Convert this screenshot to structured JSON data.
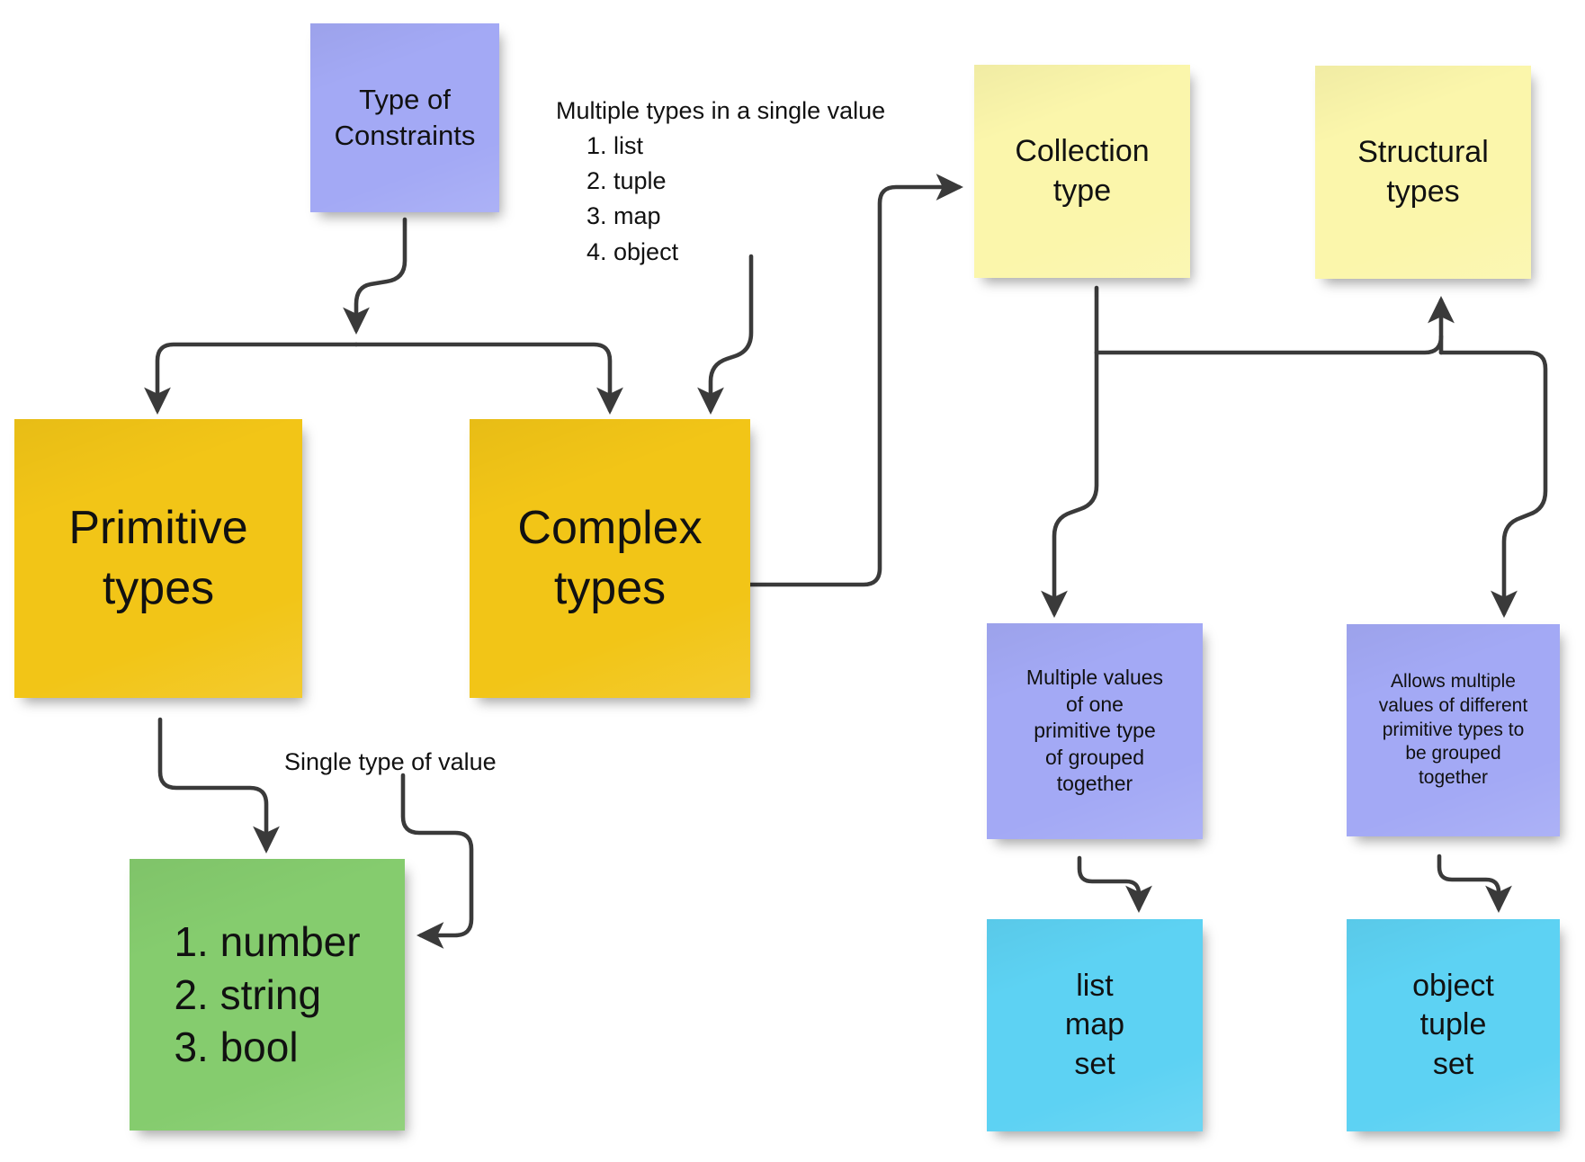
{
  "diagram": {
    "title": "Type of Constraints",
    "accent_colors": {
      "purple": "#a3a9f5",
      "yellow_dark": "#f2c517",
      "yellow_light": "#fbf6ab",
      "green": "#85cc6e",
      "blue": "#5dd2f3",
      "connector": "#3a3a3a"
    }
  },
  "notes": {
    "type_of_constraints": "Type of\nConstraints",
    "primitive_types": "Primitive\ntypes",
    "complex_types": "Complex\ntypes",
    "primitive_list": "1. number\n2. string\n3. bool",
    "collection_type": "Collection\ntype",
    "structural_types": "Structural\ntypes",
    "collection_desc": "Multiple values\nof one\nprimitive type\nof grouped\ntogether",
    "structural_desc": "Allows multiple\nvalues of different\nprimitive types to\nbe grouped\ntogether",
    "collection_examples": "list\nmap\nset",
    "structural_examples": "object\ntuple\nset"
  },
  "labels": {
    "multiple_types_heading": "Multiple types in a single value",
    "multiple_types_items": [
      "1. list",
      "2. tuple",
      "3. map",
      "4. object"
    ],
    "single_type_of_value": "Single type of value"
  },
  "connectors": [
    {
      "name": "constraints-to-primitive-and-complex",
      "from": "type_of_constraints",
      "to": [
        "primitive_types",
        "complex_types"
      ]
    },
    {
      "name": "multiple-types-to-complex",
      "from": "multiple_types_heading",
      "to": [
        "complex_types"
      ]
    },
    {
      "name": "complex-to-collection",
      "from": "complex_types",
      "to": [
        "collection_type"
      ]
    },
    {
      "name": "collection-to-desc-and-structural",
      "from": "collection_type",
      "to": [
        "collection_desc",
        "structural_types"
      ]
    },
    {
      "name": "structural-to-desc",
      "from": "structural_types",
      "to": [
        "structural_desc"
      ]
    },
    {
      "name": "primitive-to-primitive-list",
      "from": "primitive_types",
      "to": [
        "primitive_list"
      ]
    },
    {
      "name": "single-type-to-primitive-list",
      "from": "single_type_of_value",
      "to": [
        "primitive_list"
      ]
    },
    {
      "name": "collection-desc-to-examples",
      "from": "collection_desc",
      "to": [
        "collection_examples"
      ]
    },
    {
      "name": "structural-desc-to-examples",
      "from": "structural_desc",
      "to": [
        "structural_examples"
      ]
    }
  ]
}
